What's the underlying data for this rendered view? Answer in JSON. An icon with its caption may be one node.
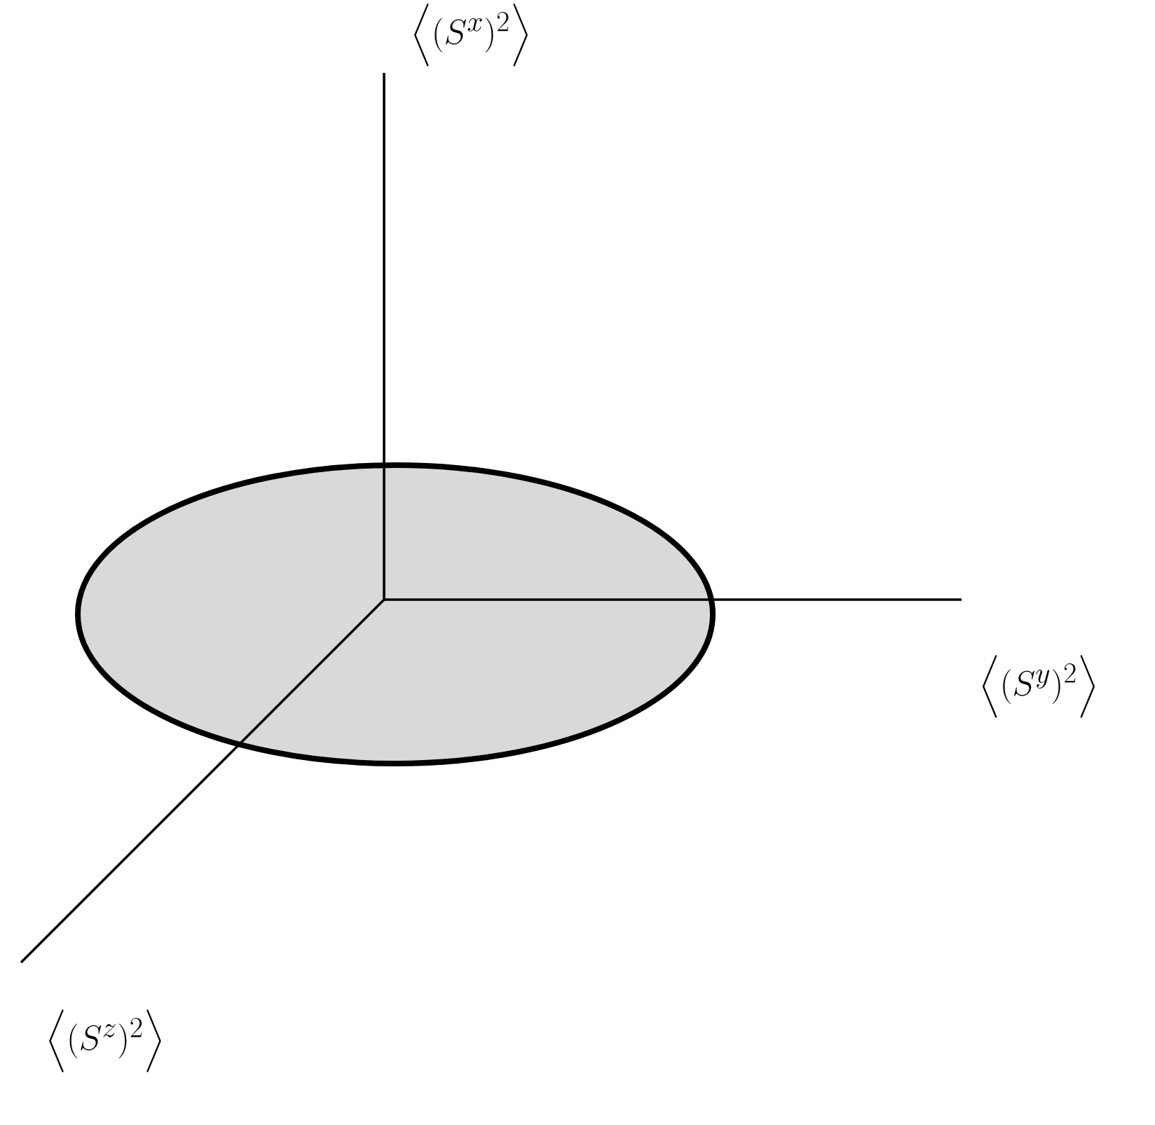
{
  "diagram": {
    "nodes": [
      {
        "text": [],
        "shape": "ellipse"
      }
    ],
    "labels": [
      "\\Bigl\\langle (S^{x})^{2} \\Bigr\\rangle",
      "\\Bigl\\langle (S^{y})^{2} \\Bigr\\rangle",
      "\\Bigl\\langle (S^{z})^{2} \\Bigr\\rangle"
    ]
  }
}
